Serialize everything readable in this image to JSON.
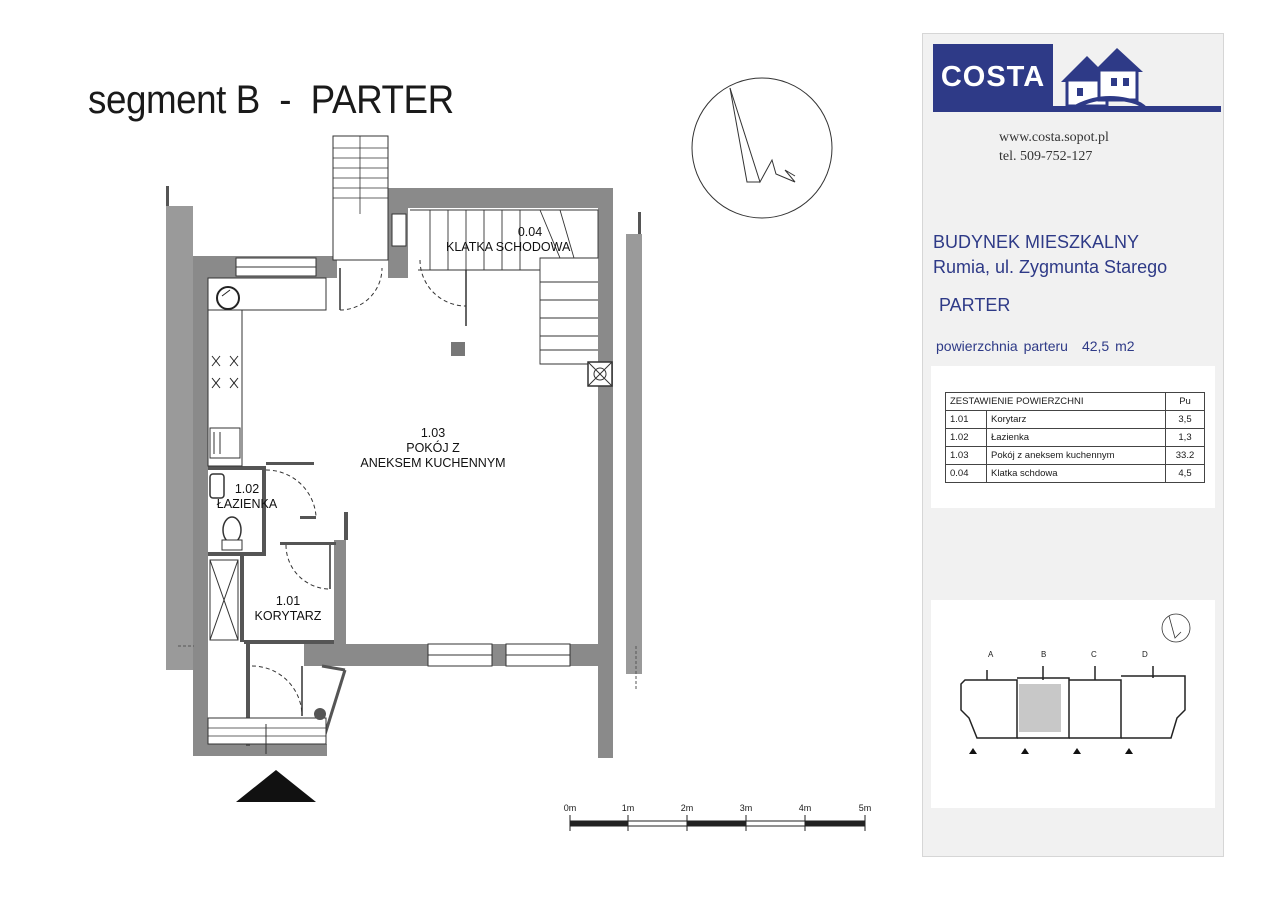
{
  "title": "segment B  -  PARTER",
  "rooms": [
    {
      "id": "0.04",
      "name": "KLATKA SCHODOWA"
    },
    {
      "id": "1.03",
      "name_line1": "POKÓJ Z",
      "name_line2": "ANEKSEM KUCHENNYM"
    },
    {
      "id": "1.02",
      "name": "ŁAZIENKA"
    },
    {
      "id": "1.01",
      "name": "KORYTARZ"
    }
  ],
  "scale_labels": [
    "0m",
    "1m",
    "2m",
    "3m",
    "4m",
    "5m"
  ],
  "sidebar": {
    "logo_text": "COSTA",
    "website": "www.costa.sopot.pl",
    "phone": "tel. 509-752-127",
    "building_type": "BUDYNEK MIESZKALNY",
    "address": "Rumia, ul. Zygmunta Starego",
    "level": "PARTER",
    "area_label": "powierzchnia  parteru",
    "area_value": "42,5 m2",
    "table": {
      "title": "ZESTAWIENIE POWIERZCHNI",
      "unit_header": "Pu",
      "rows": [
        {
          "num": "1.01",
          "name": "Korytarz",
          "pu": "3,5"
        },
        {
          "num": "1.02",
          "name": "Łazienka",
          "pu": "1,3"
        },
        {
          "num": "1.03",
          "name": "Pokój  z aneksem kuchennym",
          "pu": "33.2"
        },
        {
          "num": "0.04",
          "name": "Klatka schdowa",
          "pu": "4,5"
        }
      ]
    },
    "minimap_segments": [
      "A",
      "B",
      "C",
      "D"
    ]
  },
  "colors": {
    "brand": "#2e3a87",
    "wall": "#8a8a8a",
    "highlight": "#c8c8c8"
  }
}
